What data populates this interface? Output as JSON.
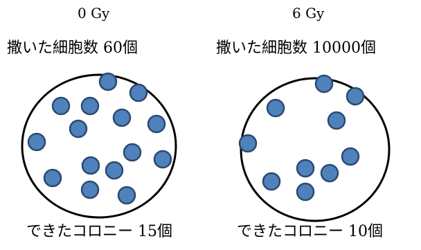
{
  "panels": [
    {
      "dose_label": "0 Gy",
      "seeded_label": "撒いた細胞数 60個",
      "colony_label": "できたコロニー 15個",
      "colony_count": 15
    },
    {
      "dose_label": "6 Gy",
      "seeded_label": "撒いた細胞数 10000個",
      "colony_label": "できたコロニー 10個",
      "colony_count": 10
    }
  ],
  "colors": {
    "colony_fill": "#4f81bd",
    "colony_stroke": "#2c4a6e",
    "dish_stroke": "#000000"
  }
}
